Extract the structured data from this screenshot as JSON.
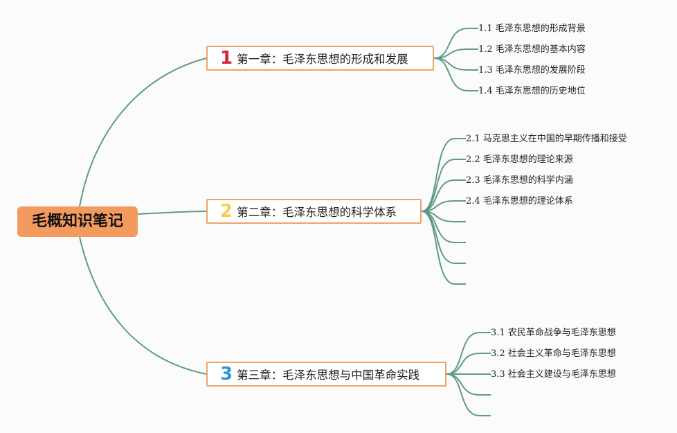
{
  "root": {
    "label": "毛概知识笔记"
  },
  "colors": {
    "line": "#5e9a87",
    "root_fill": "#f39a5e",
    "chapter_border": "#eaa36d",
    "num1": "#d3263a",
    "num2": "#f4cf4d",
    "num3": "#2e97d3"
  },
  "chapters": [
    {
      "num": "1",
      "label": "第一章：毛泽东思想的形成和发展",
      "sections": [
        {
          "idx": "1.1",
          "text": "毛泽东思想的形成背景"
        },
        {
          "idx": "1.2",
          "text": "毛泽东思想的基本内容"
        },
        {
          "idx": "1.3",
          "text": "毛泽东思想的发展阶段"
        },
        {
          "idx": "1.4",
          "text": "毛泽东思想的历史地位"
        }
      ]
    },
    {
      "num": "2",
      "label": "第二章：毛泽东思想的科学体系",
      "sections": [
        {
          "idx": "2.1",
          "text": "马克思主义在中国的早期传播和接受"
        },
        {
          "idx": "2.2",
          "text": "毛泽东思想的理论来源"
        },
        {
          "idx": "2.3",
          "text": "毛泽东思想的科学内涵"
        },
        {
          "idx": "2.4",
          "text": "毛泽东思想的理论体系"
        }
      ]
    },
    {
      "num": "3",
      "label": "第三章：毛泽东思想与中国革命实践",
      "sections": [
        {
          "idx": "3.1",
          "text": "农民革命战争与毛泽东思想"
        },
        {
          "idx": "3.2",
          "text": "社会主义革命与毛泽东思想"
        },
        {
          "idx": "3.3",
          "text": "社会主义建设与毛泽东思想"
        }
      ]
    }
  ]
}
